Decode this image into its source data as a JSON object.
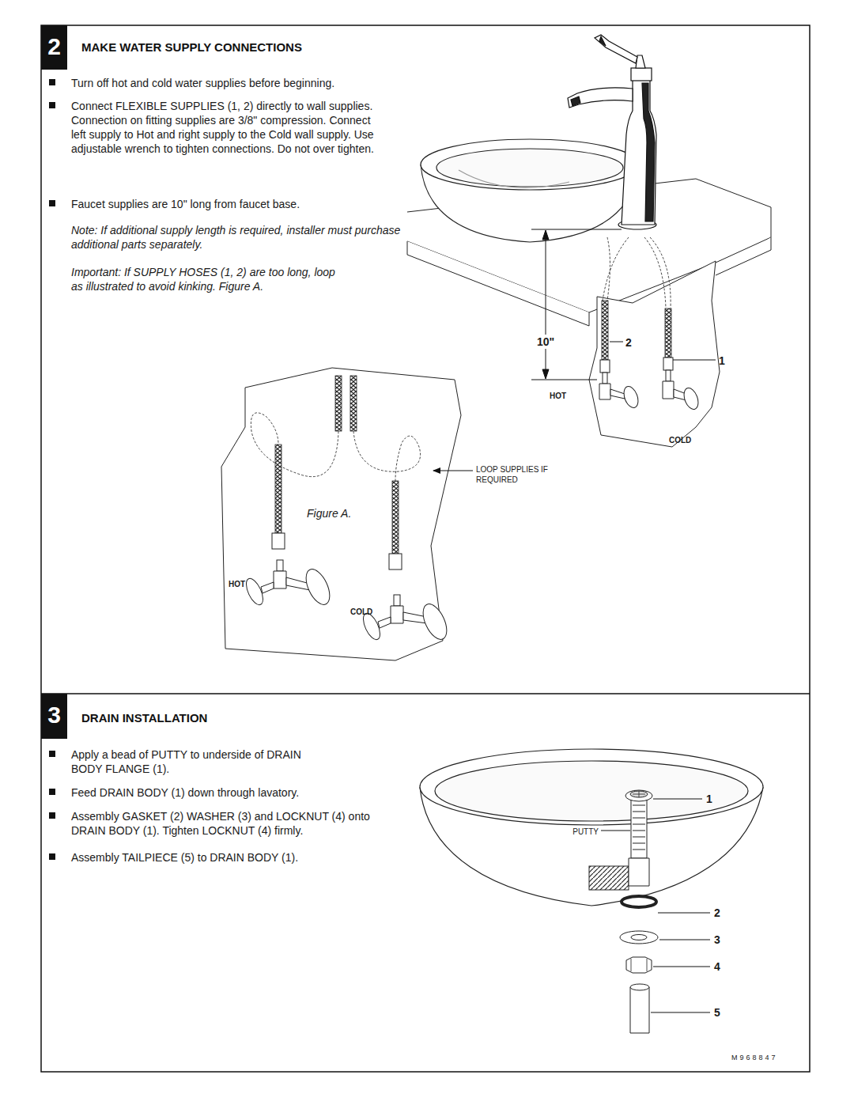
{
  "diagram": {
    "nodes": [
      {
        "text": [
          "2",
          "MAKE WATER SUPPLY CONNECTIONS"
        ]
      },
      {
        "text": [
          "3",
          "DRAIN INSTALLATION"
        ]
      }
    ],
    "labels": [
      "Turn off hot and cold water supplies before beginning.",
      "Connect FLEXIBLE SUPPLIES (1, 2) directly to wall supplies. Connection on fitting supplies are 3/8\" compression. Connect left supply to Hot and right supply to the Cold wall supply. Use adjustable wrench to tighten connections. Do not over tighten.",
      "Faucet supplies are 10\" long from faucet base.",
      "Note: If additional supply length is required, installer must purchase additional parts separately.",
      "Important: If SUPPLY HOSES (1, 2) are too long, loop as illustrated to avoid kinking. Figure A.",
      "10\"",
      "2",
      "1",
      "HOT",
      "COLD",
      "LOOP SUPPLIES IF REQUIRED",
      "Figure A.",
      "HOT",
      "COLD",
      "Apply a bead of PUTTY to underside of DRAIN BODY FLANGE (1).",
      "Feed DRAIN BODY (1) down through lavatory.",
      "Assembly GASKET (2) WASHER (3) and LOCKNUT (4) onto DRAIN BODY (1). Tighten LOCKNUT (4) firmly.",
      "Assembly TAILPIECE (5) to DRAIN BODY (1).",
      "1",
      "PUTTY",
      "2",
      "3",
      "4",
      "5",
      "M968847"
    ]
  }
}
